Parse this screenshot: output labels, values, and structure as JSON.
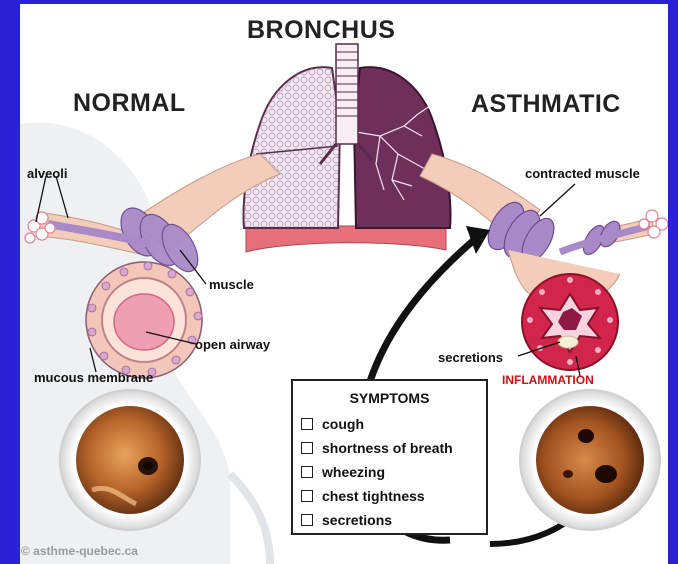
{
  "title": "BRONCHUS",
  "normal": {
    "heading": "NORMAL",
    "labels": {
      "alveoli": "alveoli",
      "muscle": "muscle",
      "open_airway": "open airway",
      "mucous_membrane": "mucous membrane"
    }
  },
  "asthmatic": {
    "heading": "ASTHMATIC",
    "labels": {
      "contracted_muscle": "contracted muscle",
      "secretions": "secretions",
      "inflammation": "INFLAMMATION"
    }
  },
  "symptoms": {
    "title": "SYMPTOMS",
    "items": [
      "cough",
      "shortness of breath",
      "wheezing",
      "chest tightness",
      "secretions"
    ]
  },
  "credit": "© asthme-quebec.ca",
  "colors": {
    "background": "#2a22d6",
    "lung_healthy": "#f1e8f1",
    "lung_diseased": "#6e2f5a",
    "muscle": "#a98ac8",
    "airway": "#f2c6b8",
    "inflammation": "#cc1111",
    "diaphragm": "#e5707a"
  }
}
